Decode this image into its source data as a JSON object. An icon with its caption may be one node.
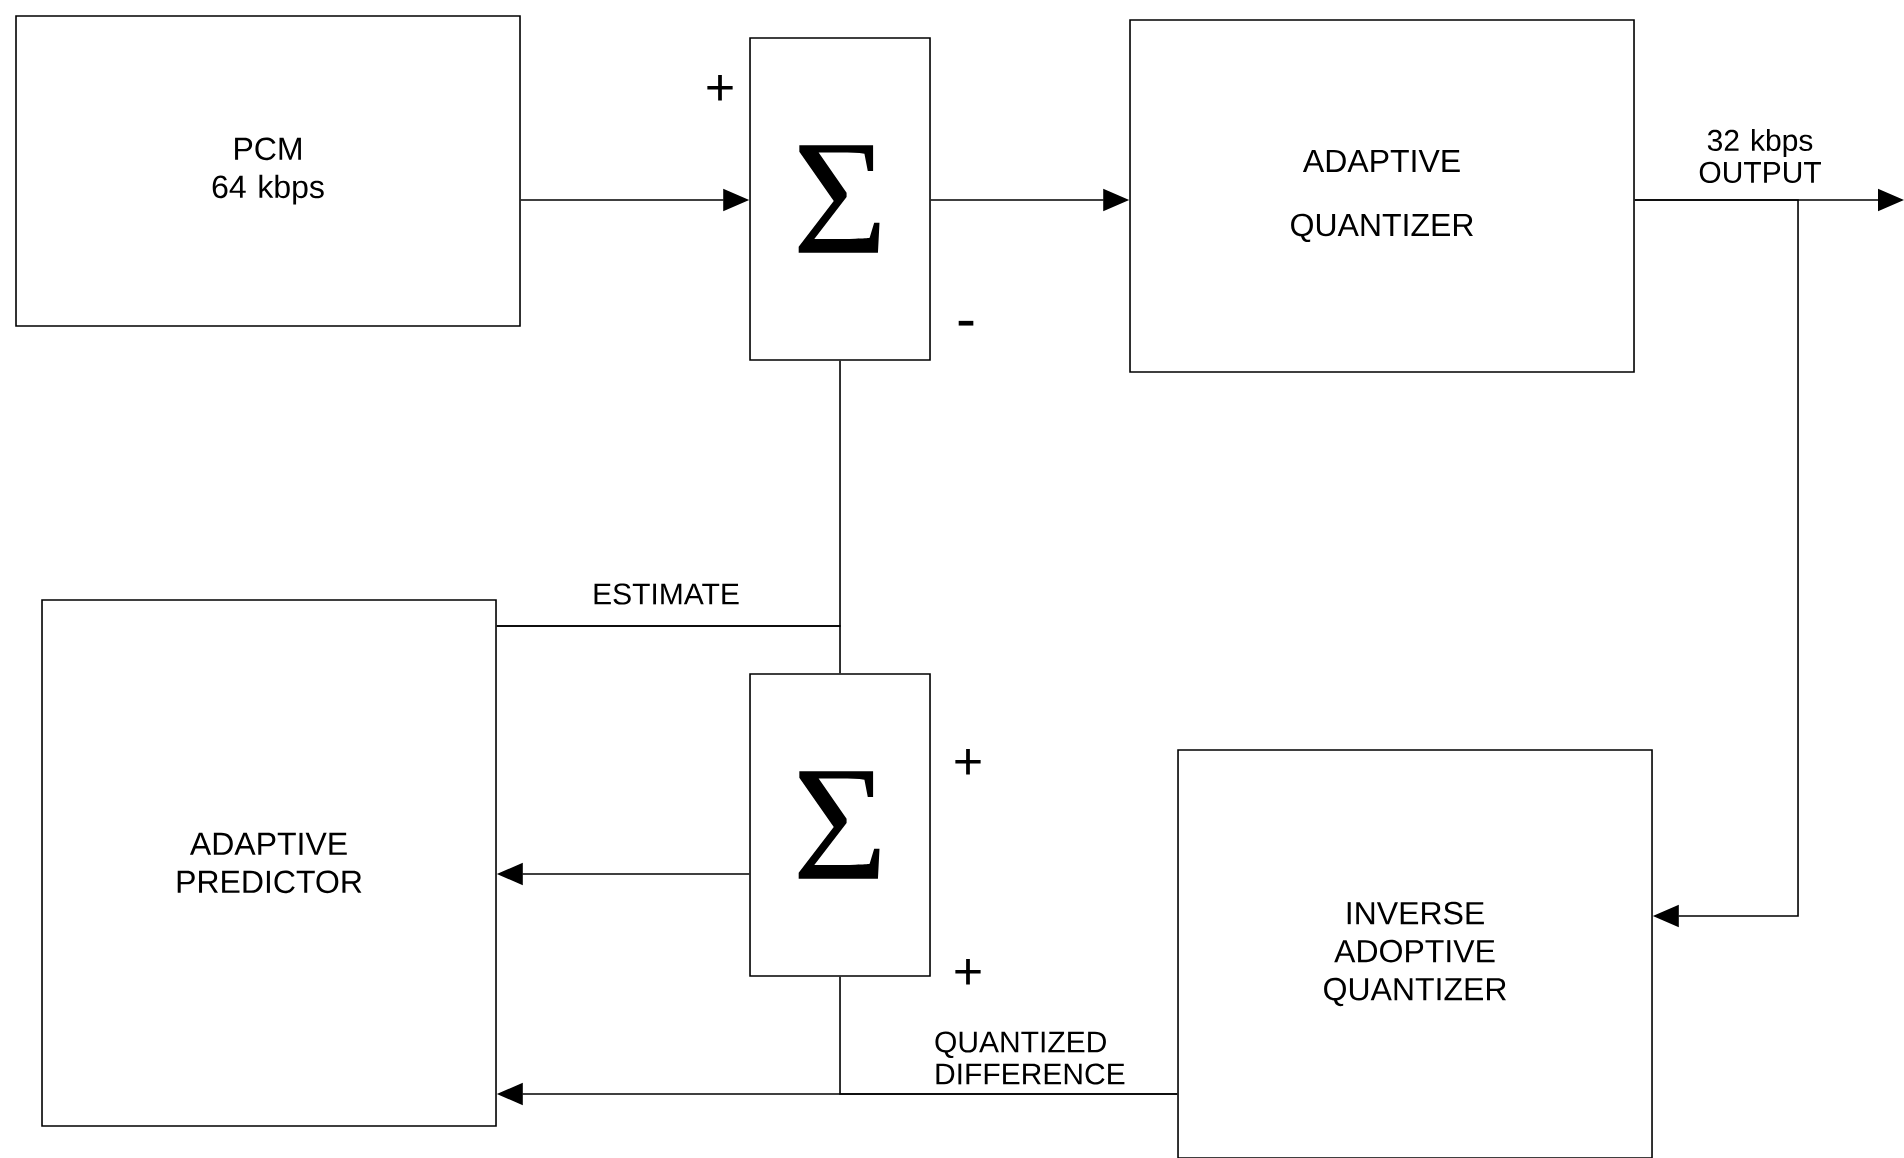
{
  "diagram": {
    "nodes": [
      {
        "text": [
          "PCM 64 kbps"
        ]
      },
      {
        "text": [
          "Σ"
        ]
      },
      {
        "text": [
          "ADAPTIVE QUANTIZER"
        ]
      },
      {
        "text": [
          "ADAPTIVE PREDICTOR"
        ]
      },
      {
        "text": [
          "Σ"
        ]
      },
      {
        "text": [
          "INVERSE ADOPTIVE QUANTIZER"
        ]
      }
    ],
    "edges": [
      {
        "from": 0,
        "to": 1,
        "arrow": "to"
      },
      {
        "from": 1,
        "to": 2,
        "arrow": "to"
      },
      {
        "from": 2,
        "to": null,
        "arrow": "to",
        "label": "32 kbps OUTPUT"
      },
      {
        "from": 2,
        "to": 5,
        "arrow": "to"
      },
      {
        "from": 3,
        "to": 1,
        "arrow": "none",
        "label": "ESTIMATE"
      },
      {
        "from": 3,
        "to": 4,
        "arrow": "none"
      },
      {
        "from": 4,
        "to": 3,
        "arrow": "to"
      },
      {
        "from": 5,
        "to": 3,
        "arrow": "to",
        "label": "QUANTIZED DIFFERENCE"
      },
      {
        "from": 5,
        "to": 4,
        "arrow": "none"
      }
    ],
    "labels": [
      "+",
      "-",
      "+",
      "+"
    ]
  }
}
